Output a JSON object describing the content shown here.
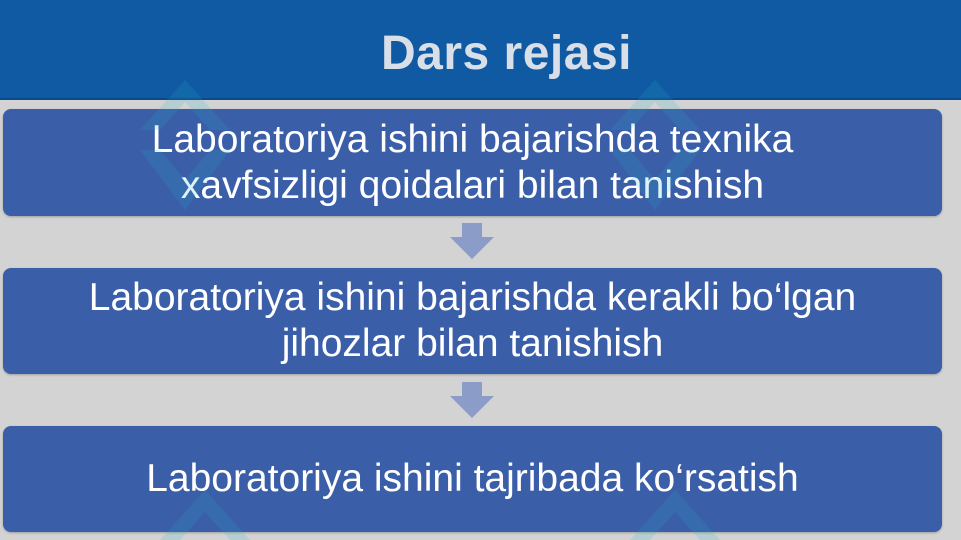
{
  "header": {
    "title": "Dars rejasi"
  },
  "steps": [
    {
      "text": "Laboratoriya ishini bajarishda texnika\nxavfsizligi qoidalari bilan tanishish"
    },
    {
      "text": "Laboratoriya ishini bajarishda kerakli bo‘lgan\njihozlar bilan tanishish"
    },
    {
      "text": "Laboratoriya ishini tajribada ko‘rsatish"
    }
  ],
  "colors": {
    "header": "#0f5aa3",
    "step_box": "#3a5ea8",
    "arrow": "#8a9cc7",
    "background": "#d3d3d3",
    "watermark": "#27b5c9"
  }
}
